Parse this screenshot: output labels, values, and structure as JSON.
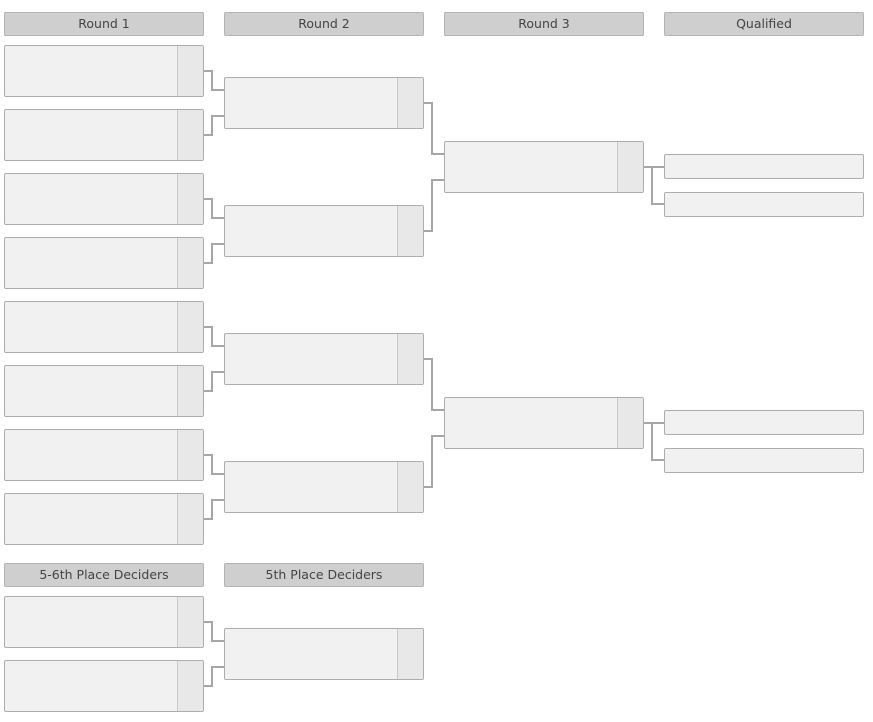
{
  "headers": {
    "round1": "Round 1",
    "round2": "Round 2",
    "round3": "Round 3",
    "qualified": "Qualified",
    "place56": "5-6th Place Deciders",
    "place5": "5th Place Deciders"
  },
  "colors": {
    "line": "#a6a6a6"
  },
  "round1": [
    [
      {
        "name": "",
        "score": ""
      },
      {
        "name": "",
        "score": ""
      }
    ],
    [
      {
        "name": "",
        "score": ""
      },
      {
        "name": "",
        "score": ""
      }
    ],
    [
      {
        "name": "",
        "score": ""
      },
      {
        "name": "",
        "score": ""
      }
    ],
    [
      {
        "name": "",
        "score": ""
      },
      {
        "name": "",
        "score": ""
      }
    ],
    [
      {
        "name": "",
        "score": ""
      },
      {
        "name": "",
        "score": ""
      }
    ],
    [
      {
        "name": "",
        "score": ""
      },
      {
        "name": "",
        "score": ""
      }
    ],
    [
      {
        "name": "",
        "score": ""
      },
      {
        "name": "",
        "score": ""
      }
    ],
    [
      {
        "name": "",
        "score": ""
      },
      {
        "name": "",
        "score": ""
      }
    ]
  ],
  "round2": [
    [
      {
        "name": "",
        "score": ""
      },
      {
        "name": "",
        "score": ""
      }
    ],
    [
      {
        "name": "",
        "score": ""
      },
      {
        "name": "",
        "score": ""
      }
    ],
    [
      {
        "name": "",
        "score": ""
      },
      {
        "name": "",
        "score": ""
      }
    ],
    [
      {
        "name": "",
        "score": ""
      },
      {
        "name": "",
        "score": ""
      }
    ]
  ],
  "round3": [
    [
      {
        "name": "",
        "score": ""
      },
      {
        "name": "",
        "score": ""
      }
    ],
    [
      {
        "name": "",
        "score": ""
      },
      {
        "name": "",
        "score": ""
      }
    ]
  ],
  "qualified": [
    "",
    "",
    "",
    ""
  ],
  "place56": [
    [
      {
        "name": "",
        "score": ""
      },
      {
        "name": "",
        "score": ""
      }
    ],
    [
      {
        "name": "",
        "score": ""
      },
      {
        "name": "",
        "score": ""
      }
    ]
  ],
  "place5": [
    [
      {
        "name": "",
        "score": ""
      },
      {
        "name": "",
        "score": ""
      }
    ]
  ]
}
